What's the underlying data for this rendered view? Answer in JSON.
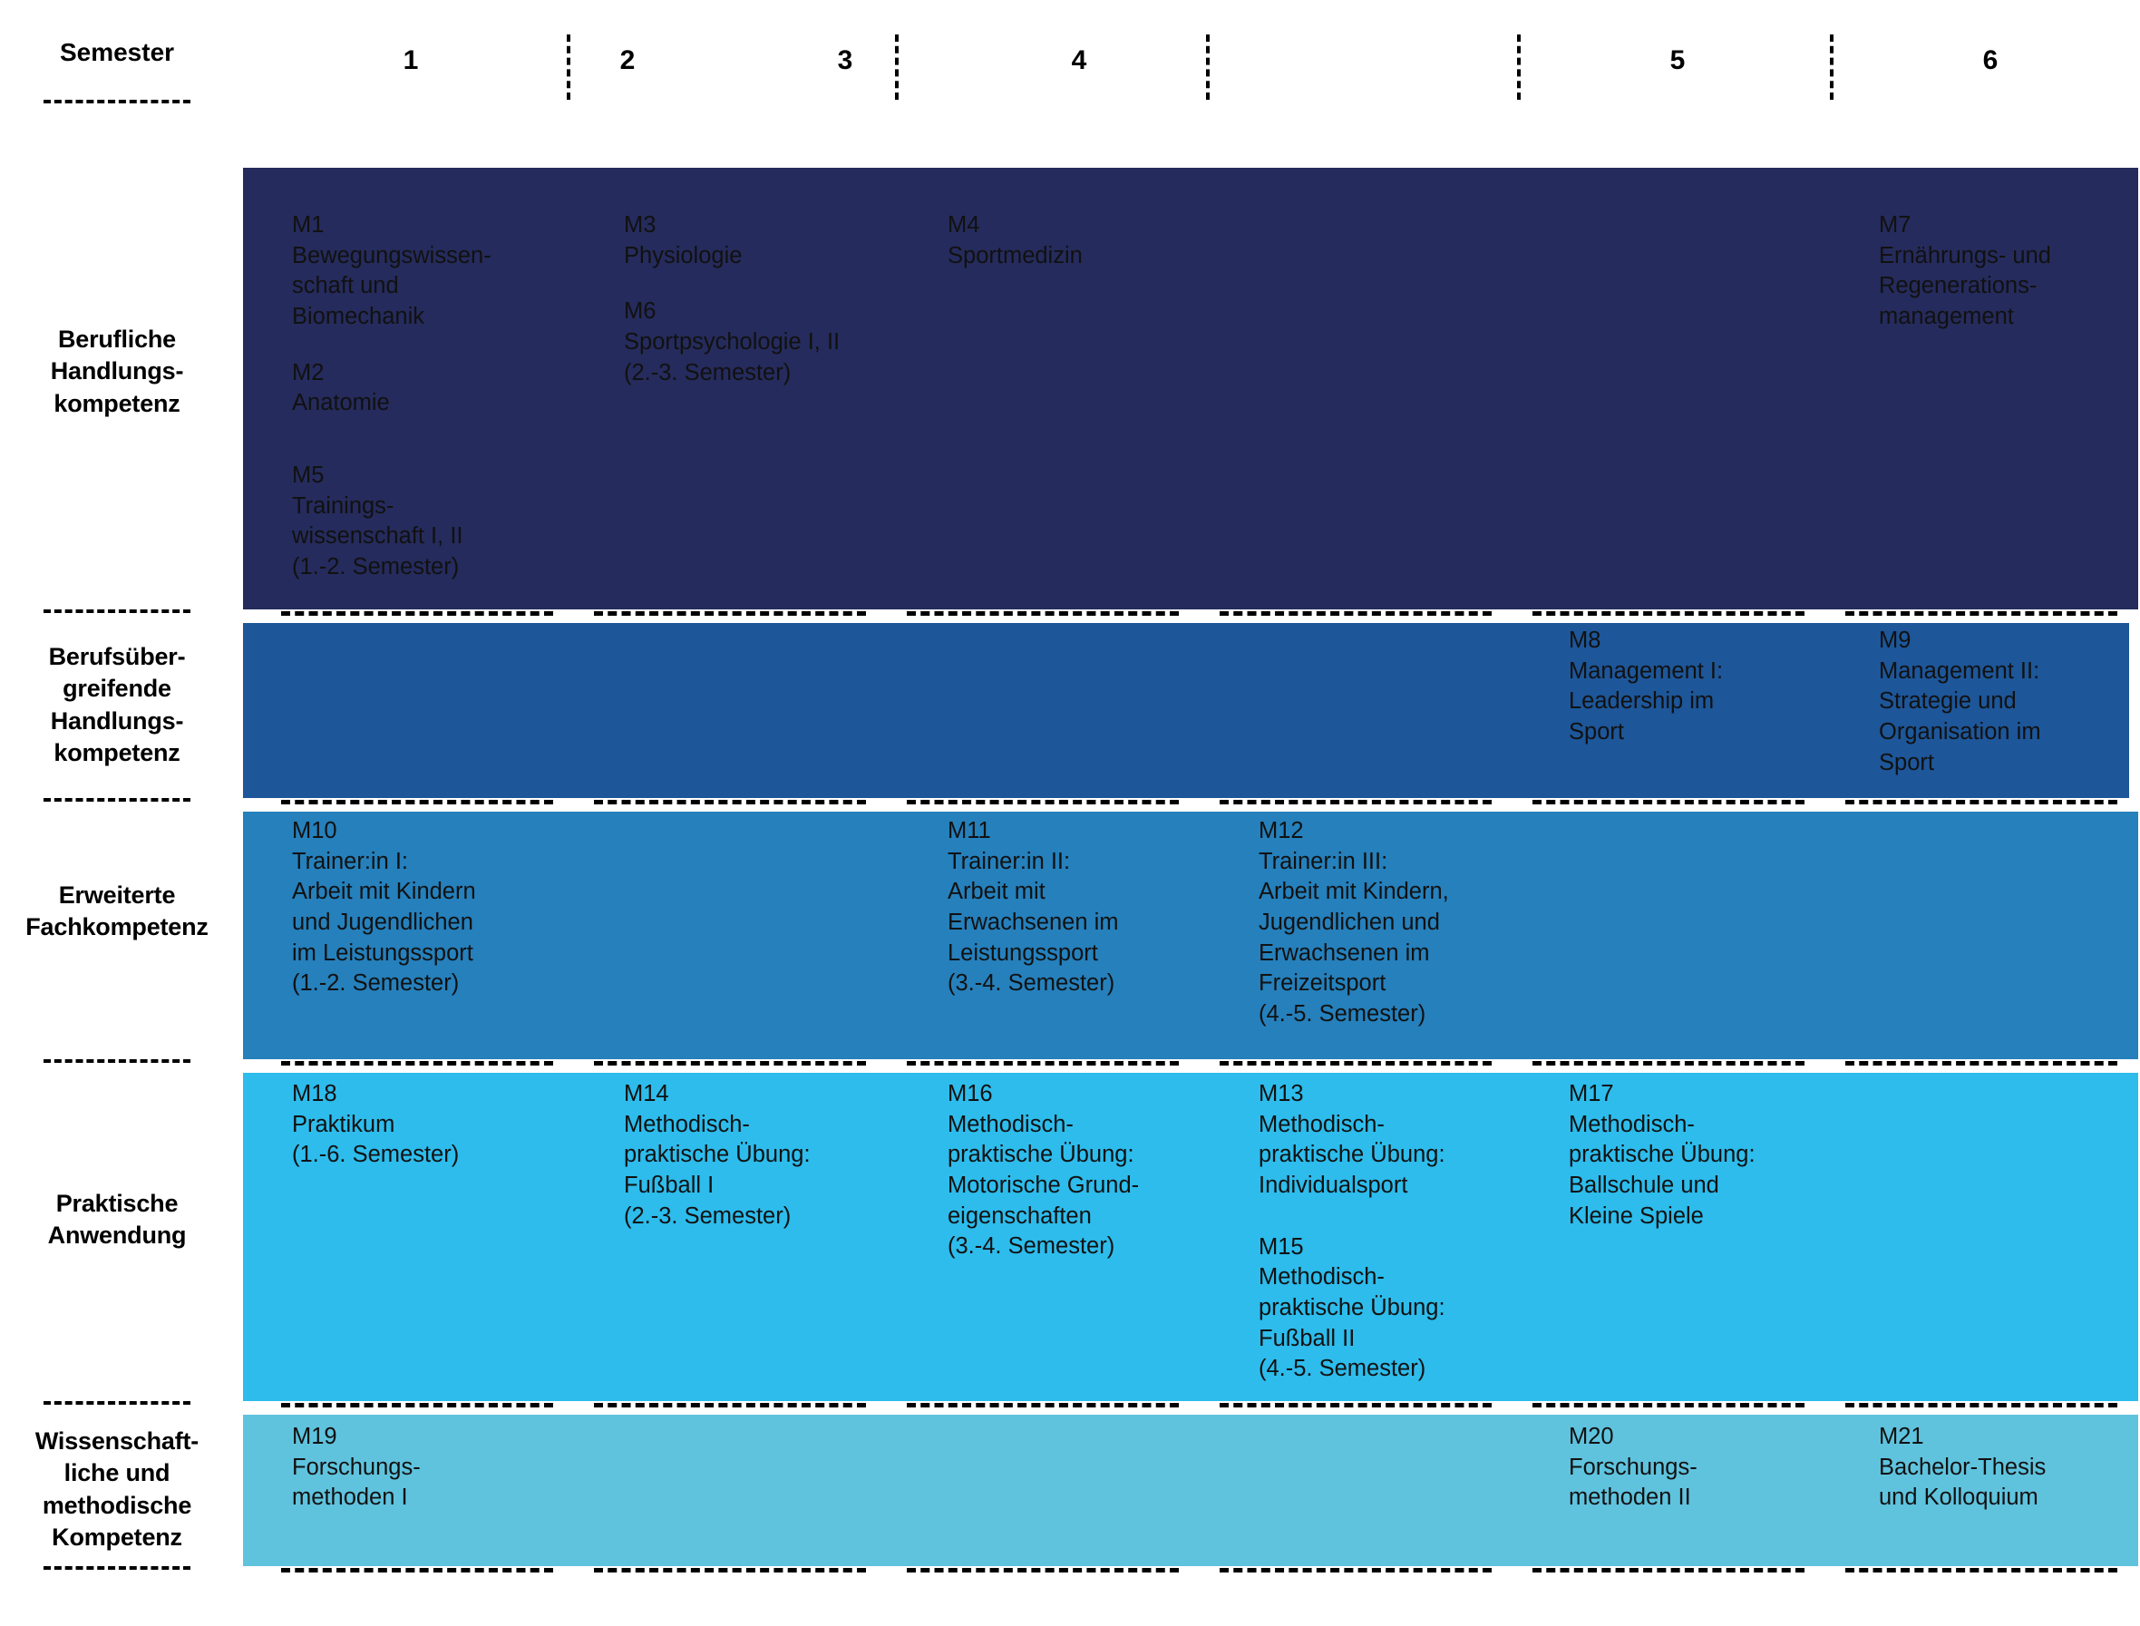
{
  "header": {
    "semester_label": "Semester",
    "semesters": [
      "1",
      "2",
      "3",
      "4",
      "5",
      "6"
    ]
  },
  "colors": {
    "band1": "#252b5c",
    "band2": "#1d5699",
    "band3": "#2580bc",
    "band4": "#2dbcec",
    "band5": "#5fc3de",
    "text": "#111111",
    "dash": "#000000",
    "background": "#ffffff"
  },
  "rows": [
    {
      "id": "berufliche-handlungskompetenz",
      "label": "Berufliche\nHandlungs-\nkompetenz",
      "color": "#252b5c"
    },
    {
      "id": "berufsuebergreifende-handlungskompetenz",
      "label": "Berufsüber-\ngreifende\nHandlungs-\nkompetenz",
      "color": "#1d5699"
    },
    {
      "id": "erweiterte-fachkompetenz",
      "label": "Erweiterte\nFachkompetenz",
      "color": "#2580bc"
    },
    {
      "id": "praktische-anwendung",
      "label": "Praktische\nAnwendung",
      "color": "#2dbcec"
    },
    {
      "id": "wissenschaftliche-methodische-kompetenz",
      "label": "Wissenschaft-\nliche und\nmethodische\nKompetenz",
      "color": "#5fc3de"
    }
  ],
  "modules": {
    "r1c1": [
      {
        "code": "M1",
        "name": "Bewegungswissen-\nschaft und\nBiomechanik"
      },
      {
        "code": "M2",
        "name": "Anatomie"
      },
      {
        "code": "M5",
        "name": "Trainings-\nwissenschaft I, II\n(1.-2. Semester)"
      }
    ],
    "r1c2": [
      {
        "code": "M3",
        "name": "Physiologie"
      },
      {
        "code": "M6",
        "name": "Sportpsychologie I, II\n(2.-3. Semester)"
      }
    ],
    "r1c3": [
      {
        "code": "M4",
        "name": "Sportmedizin"
      }
    ],
    "r1c6": [
      {
        "code": "M7",
        "name": "Ernährungs- und\nRegenerations-\nmanagement"
      }
    ],
    "r2c5": [
      {
        "code": "M8",
        "name": "Management I:\nLeadership im\nSport"
      }
    ],
    "r2c6": [
      {
        "code": "M9",
        "name": "Management II:\nStrategie und\nOrganisation im\nSport"
      }
    ],
    "r3c1": [
      {
        "code": "M10",
        "name": "Trainer:in I:\nArbeit mit Kindern\nund Jugendlichen\nim Leistungssport\n(1.-2. Semester)"
      }
    ],
    "r3c3": [
      {
        "code": "M11",
        "name": "Trainer:in II:\nArbeit mit\nErwachsenen im\nLeistungssport\n(3.-4. Semester)"
      }
    ],
    "r3c4": [
      {
        "code": "M12",
        "name": "Trainer:in III:\nArbeit mit Kindern,\nJugendlichen und\nErwachsenen im\nFreizeitsport\n(4.-5. Semester)"
      }
    ],
    "r4c1": [
      {
        "code": "M18",
        "name": "Praktikum\n(1.-6. Semester)"
      }
    ],
    "r4c2": [
      {
        "code": "M14",
        "name": "Methodisch-\npraktische Übung:\nFußball I\n(2.-3. Semester)"
      }
    ],
    "r4c3": [
      {
        "code": "M16",
        "name": "Methodisch-\npraktische Übung:\nMotorische Grund-\neigenschaften\n(3.-4. Semester)"
      }
    ],
    "r4c4": [
      {
        "code": "M13",
        "name": "Methodisch-\npraktische Übung:\nIndividualsport"
      },
      {
        "code": "M15",
        "name": "Methodisch-\npraktische Übung:\nFußball II\n(4.-5. Semester)"
      }
    ],
    "r4c5": [
      {
        "code": "M17",
        "name": "Methodisch-\npraktische Übung:\nBallschule und\nKleine Spiele"
      }
    ],
    "r5c1": [
      {
        "code": "M19",
        "name": "Forschungs-\nmethoden I"
      }
    ],
    "r5c5": [
      {
        "code": "M20",
        "name": "Forschungs-\nmethoden II"
      }
    ],
    "r5c6": [
      {
        "code": "M21",
        "name": "Bachelor-Thesis\nund Kolloquium"
      }
    ]
  }
}
